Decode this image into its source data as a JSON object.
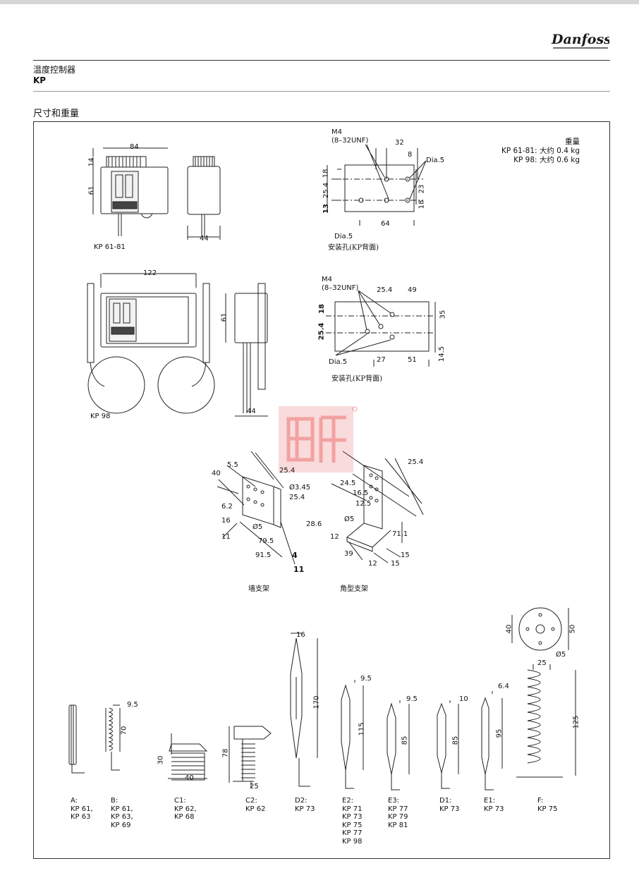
{
  "header": {
    "brand": "Danfoss",
    "title": "温度控制器",
    "subtitle": "KP"
  },
  "section_title": "尺寸和重量",
  "weight": {
    "label": "重量",
    "line1": "KP 61-81: 大约 0.4 kg",
    "line2": "KP 98: 大约 0.6 kg"
  },
  "captions": {
    "kp6181": "KP 61-81",
    "kp98": "KP 98",
    "mount1": "安装孔(KP背面)",
    "mount2": "安装孔(KP背面)",
    "wall": "墙支架",
    "angle": "角型支架"
  },
  "dims": {
    "d84": "84",
    "d14": "14",
    "d61a": "61",
    "d44a": "44",
    "m4a": "M4",
    "unfa": "(8–32UNF)",
    "d32": "32",
    "d8": "8",
    "dia5a": "Dia.5",
    "d18a": "18",
    "d254a": "25.4",
    "d13": "13",
    "d23": "23",
    "d18b": "18",
    "d64": "64",
    "dia5b": "Dia.5",
    "d122": "122",
    "d61b": "61",
    "d44b": "44",
    "m4b": "M4",
    "unfb": "(8–32UNF)",
    "d254b": "25.4",
    "d49": "49",
    "d18c": "18",
    "d254c": "25.4",
    "d35": "35",
    "d145": "14.5",
    "d27": "27",
    "d51": "51",
    "dia5c": "Dia.5",
    "w55": "5.5",
    "w40": "40",
    "w254a": "25.4",
    "w345": "Ø3.45",
    "w254b": "25.4",
    "w62": "6.2",
    "w16": "16",
    "w5": "Ø5",
    "w286": "28.6",
    "w11": "11",
    "w795": "79.5",
    "w915": "91.5",
    "w4": "4",
    "w11b": "11",
    "a245": "24.5",
    "a254": "25.4",
    "a165": "16.5",
    "a125": "12.5",
    "a5": "Ø5",
    "a711": "71.1",
    "a12": "12",
    "a39": "39",
    "a12b": "12",
    "a15": "15",
    "a15b": "15",
    "p95a": "9.5",
    "p70": "70",
    "p30": "30",
    "p40": "40",
    "p78": "78",
    "p25": "25",
    "p16": "16",
    "p170": "170",
    "p95b": "9.5",
    "p115": "115",
    "p95c": "9.5",
    "p85a": "85",
    "p10": "10",
    "p85b": "85",
    "p64": "6.4",
    "p95": "95",
    "f40": "40",
    "f50": "50",
    "f5": "Ø5",
    "f25": "25",
    "f125": "125"
  },
  "probes": {
    "A": [
      "A:",
      "KP 61,",
      "KP 63"
    ],
    "B": [
      "B:",
      "KP 61,",
      "KP 63,",
      "KP 69"
    ],
    "C1": [
      "C1:",
      "KP 62,",
      "KP 68"
    ],
    "C2": [
      "C2:",
      "KP 62"
    ],
    "D2": [
      "D2:",
      "KP 73"
    ],
    "E2": [
      "E2:",
      "KP 71",
      "KP 73",
      "KP 75",
      "KP 77",
      "KP 98"
    ],
    "E3": [
      "E3:",
      "KP 77",
      "KP 79",
      "KP 81"
    ],
    "D1": [
      "D1:",
      "KP 73"
    ],
    "E1": [
      "E1:",
      "KP 73"
    ],
    "F": [
      "F:",
      "KP 75"
    ]
  },
  "colors": {
    "watermark": "#e23a3a",
    "line": "#222222"
  }
}
